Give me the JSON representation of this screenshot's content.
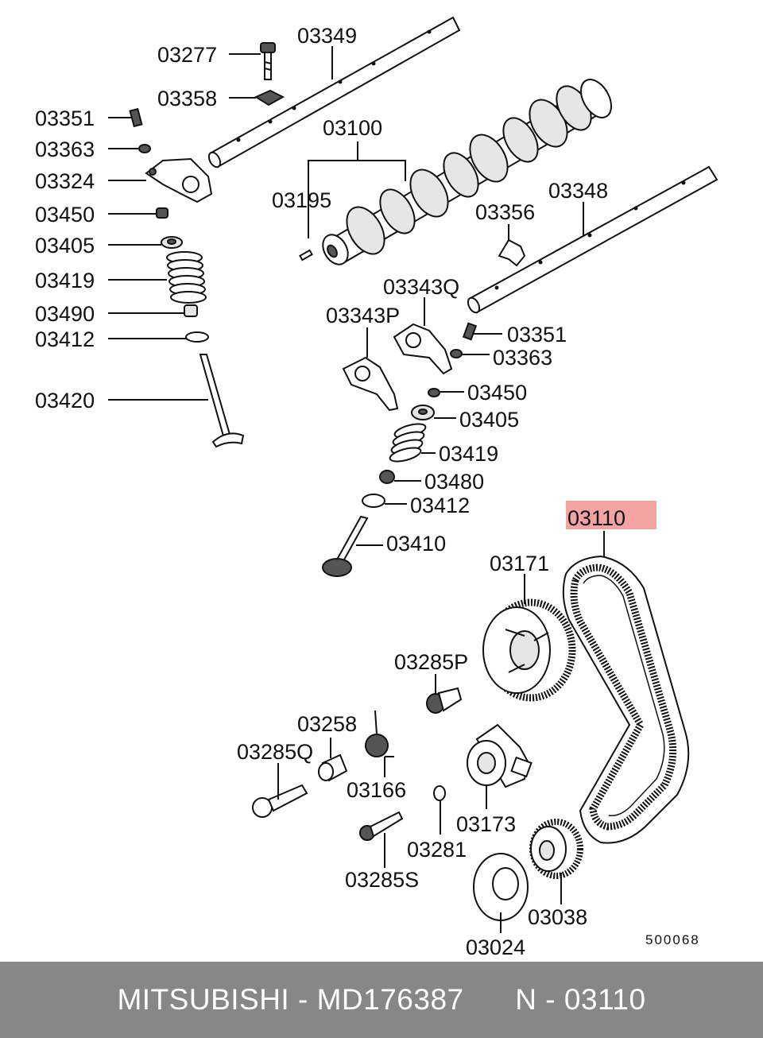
{
  "diagram": {
    "labels": {
      "l03277": "03277",
      "l03349": "03349",
      "l03358": "03358",
      "l03351a": "03351",
      "l03363a": "03363",
      "l03324": "03324",
      "l03450a": "03450",
      "l03405a": "03405",
      "l03419a": "03419",
      "l03490": "03490",
      "l03412a": "03412",
      "l03420": "03420",
      "l03100": "03100",
      "l03195": "03195",
      "l03348": "03348",
      "l03356": "03356",
      "l03343q": "03343Q",
      "l03343p": "03343P",
      "l03351b": "03351",
      "l03363b": "03363",
      "l03450b": "03450",
      "l03405b": "03405",
      "l03419b": "03419",
      "l03480": "03480",
      "l03412b": "03412",
      "l03410": "03410",
      "l03110": "03110",
      "l03171": "03171",
      "l03285p": "03285P",
      "l03258": "03258",
      "l03285q": "03285Q",
      "l03166": "03166",
      "l03173": "03173",
      "l03281": "03281",
      "l03285s": "03285S",
      "l03038": "03038",
      "l03024": "03024"
    },
    "highlighted_part": "03110",
    "highlight_color": "#f4a3a3",
    "figure_code": "500068"
  },
  "footer": {
    "text": "MITSUBISHI - MD176387      N - 03110",
    "background": "#878787"
  }
}
